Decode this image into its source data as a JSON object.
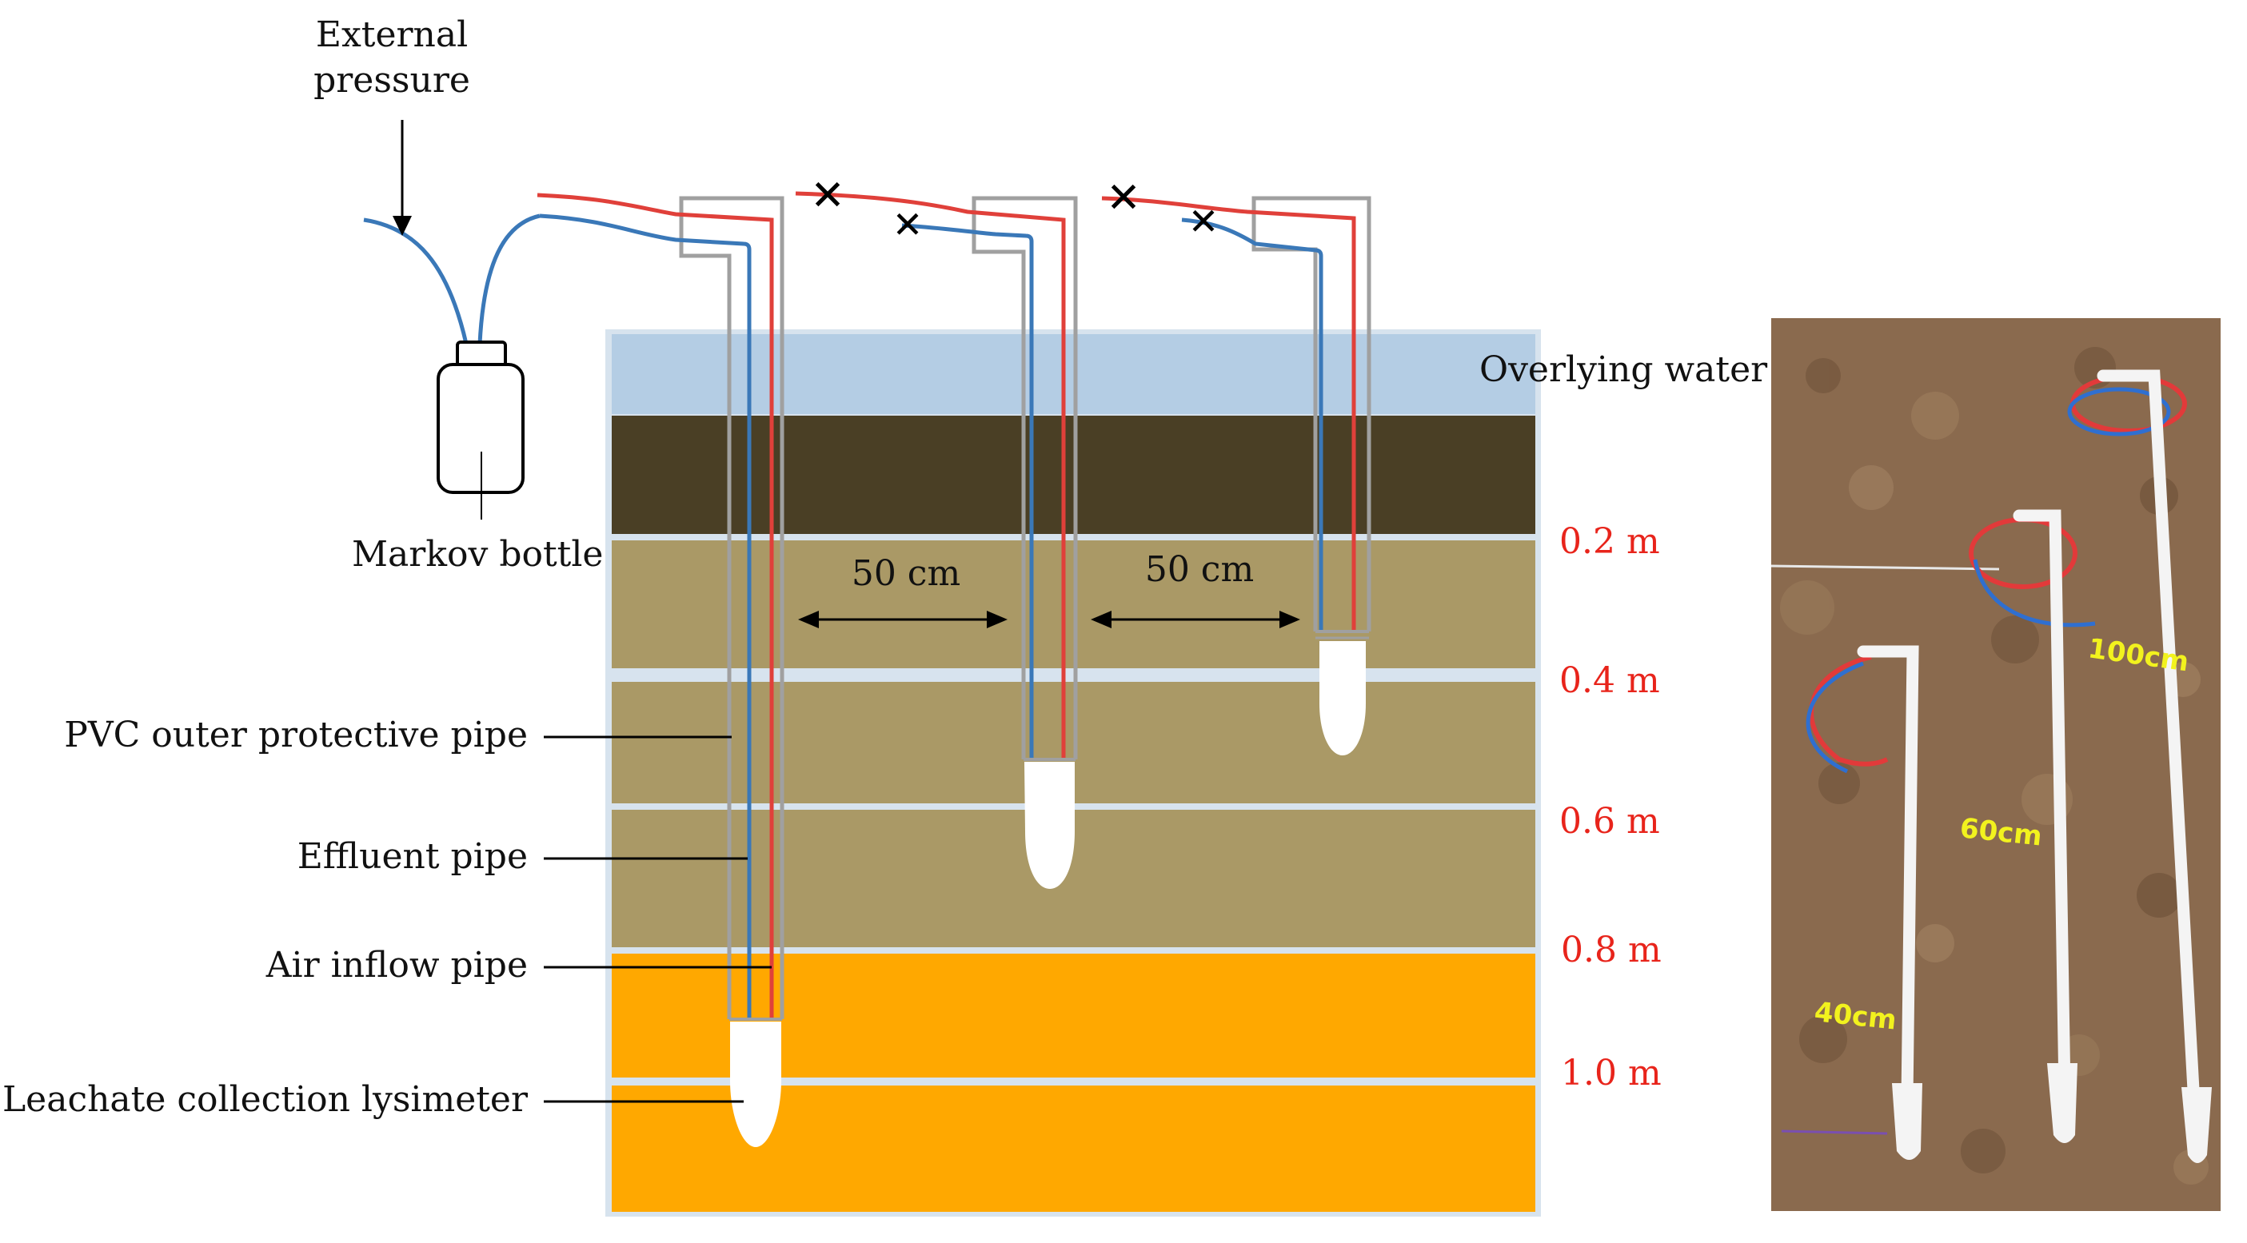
{
  "labels": {
    "external_pressure_line1": "External",
    "external_pressure_line2": "pressure",
    "markov_bottle": "Markov bottle",
    "overlying_water": "Overlying water",
    "pvc_pipe": "PVC outer protective pipe",
    "effluent_pipe": "Effluent pipe",
    "air_inflow_pipe": "Air inflow pipe",
    "lysimeter": "Leachate collection lysimeter",
    "spacing_1": "50 cm",
    "spacing_2": "50 cm"
  },
  "depths": [
    "0.2 m",
    "0.4 m",
    "0.6 m",
    "0.8 m",
    "1.0 m"
  ],
  "photo_labels": {
    "p100": "100cm",
    "p60": "60cm",
    "p40": "40cm"
  },
  "colors": {
    "water": "#b4cde4",
    "dark_soil": "#4a3f25",
    "soil": "#aa9966",
    "sand": "#ffa800",
    "air_pipe": "#e0403a",
    "effluent_pipe": "#3a78b8",
    "pvc_pipe": "#a0a0a0",
    "depth_text": "#e8241b",
    "photo_soil": "#8a6a4e"
  }
}
